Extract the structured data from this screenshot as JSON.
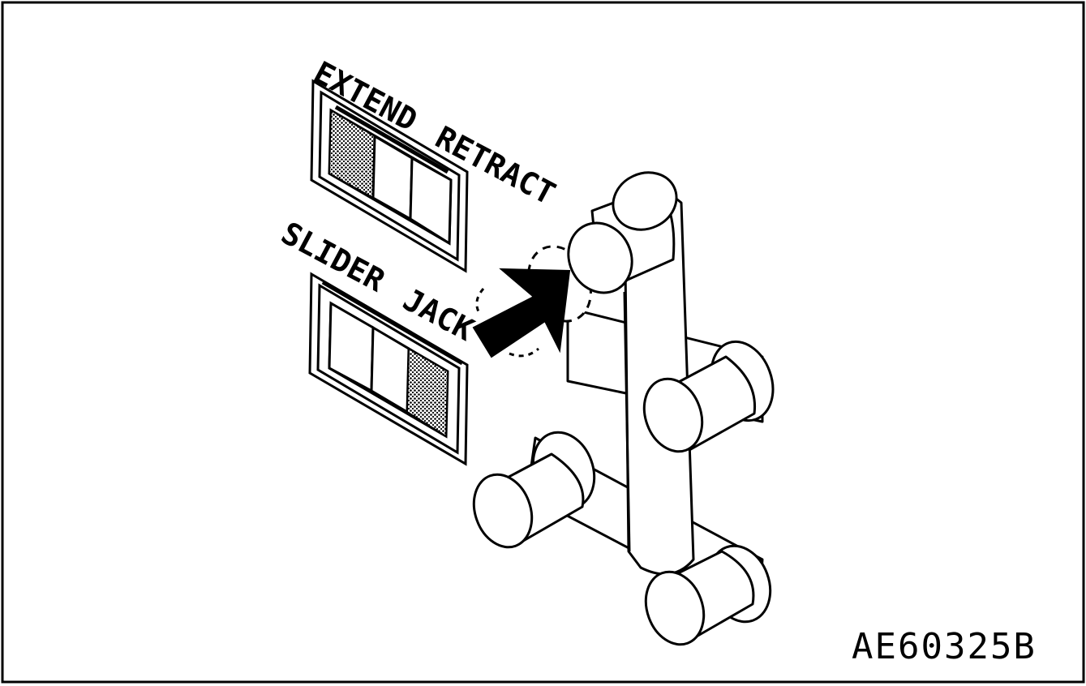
{
  "switch_top": {
    "left_label": "EXTEND",
    "right_label": "RETRACT",
    "active_position": "left"
  },
  "switch_bottom": {
    "left_label": "SLIDER",
    "right_label": "JACK",
    "active_position": "right"
  },
  "figure_code": "AE60325B",
  "colors": {
    "ink": "#000000",
    "paper": "#ffffff"
  }
}
